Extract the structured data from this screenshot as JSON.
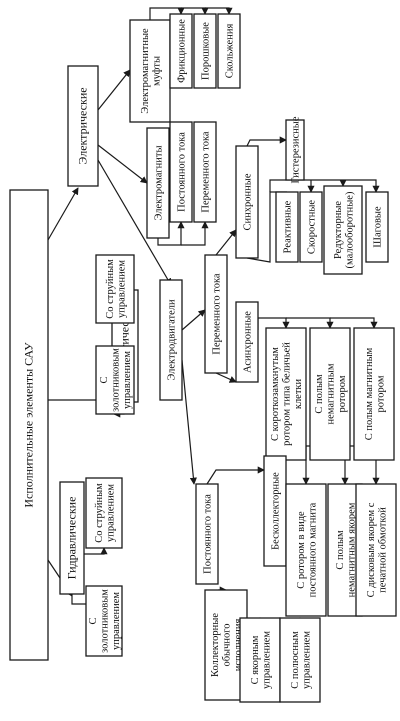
{
  "root": "Исполнительные элементы САУ",
  "hydraulic": {
    "title": "Гидравлические",
    "children": [
      "С золотниковым управлением",
      "Со струйным управлением"
    ]
  },
  "pneumatic": {
    "title": "Пневматические",
    "children": [
      "С золотниковым управлением",
      "Со струйным управлением"
    ]
  },
  "electric": {
    "title": "Электрические",
    "couplings": {
      "title": "Электромагнитные муфты",
      "children": [
        "Фрикционные",
        "Порошковые",
        "Скольжения"
      ]
    },
    "magnets": {
      "title": "Электромагниты",
      "children": [
        "Постоянного тока",
        "Переменного тока"
      ]
    },
    "motors": {
      "title": "Электродвигатели",
      "ac": {
        "title": "Переменного тока",
        "sync": {
          "title": "Синхронные",
          "hysteresis": "Гистерезисные",
          "children": [
            "Реактивные",
            "Скоростные",
            "Редукторные (малооборотные)",
            "Шаговые"
          ]
        },
        "async": {
          "title": "Асинхронные",
          "children": [
            "С короткозамкнутым ротором типа беличьей клетки",
            "С полым немагнитным ротором",
            "С полым магнитным ротором"
          ]
        }
      },
      "dc": {
        "title": "Постоянного тока",
        "brushless": {
          "title": "Бесколлекторные",
          "children": [
            "С ротором в виде постоянного магнита",
            "С полым немагнитным якорем",
            "С дисковым якорем с печатной обмоткой"
          ]
        },
        "collector": {
          "title": "Коллекторные обычного исполнения",
          "children": [
            "С якорным управлением",
            "С полюсным управлением"
          ]
        }
      }
    }
  }
}
